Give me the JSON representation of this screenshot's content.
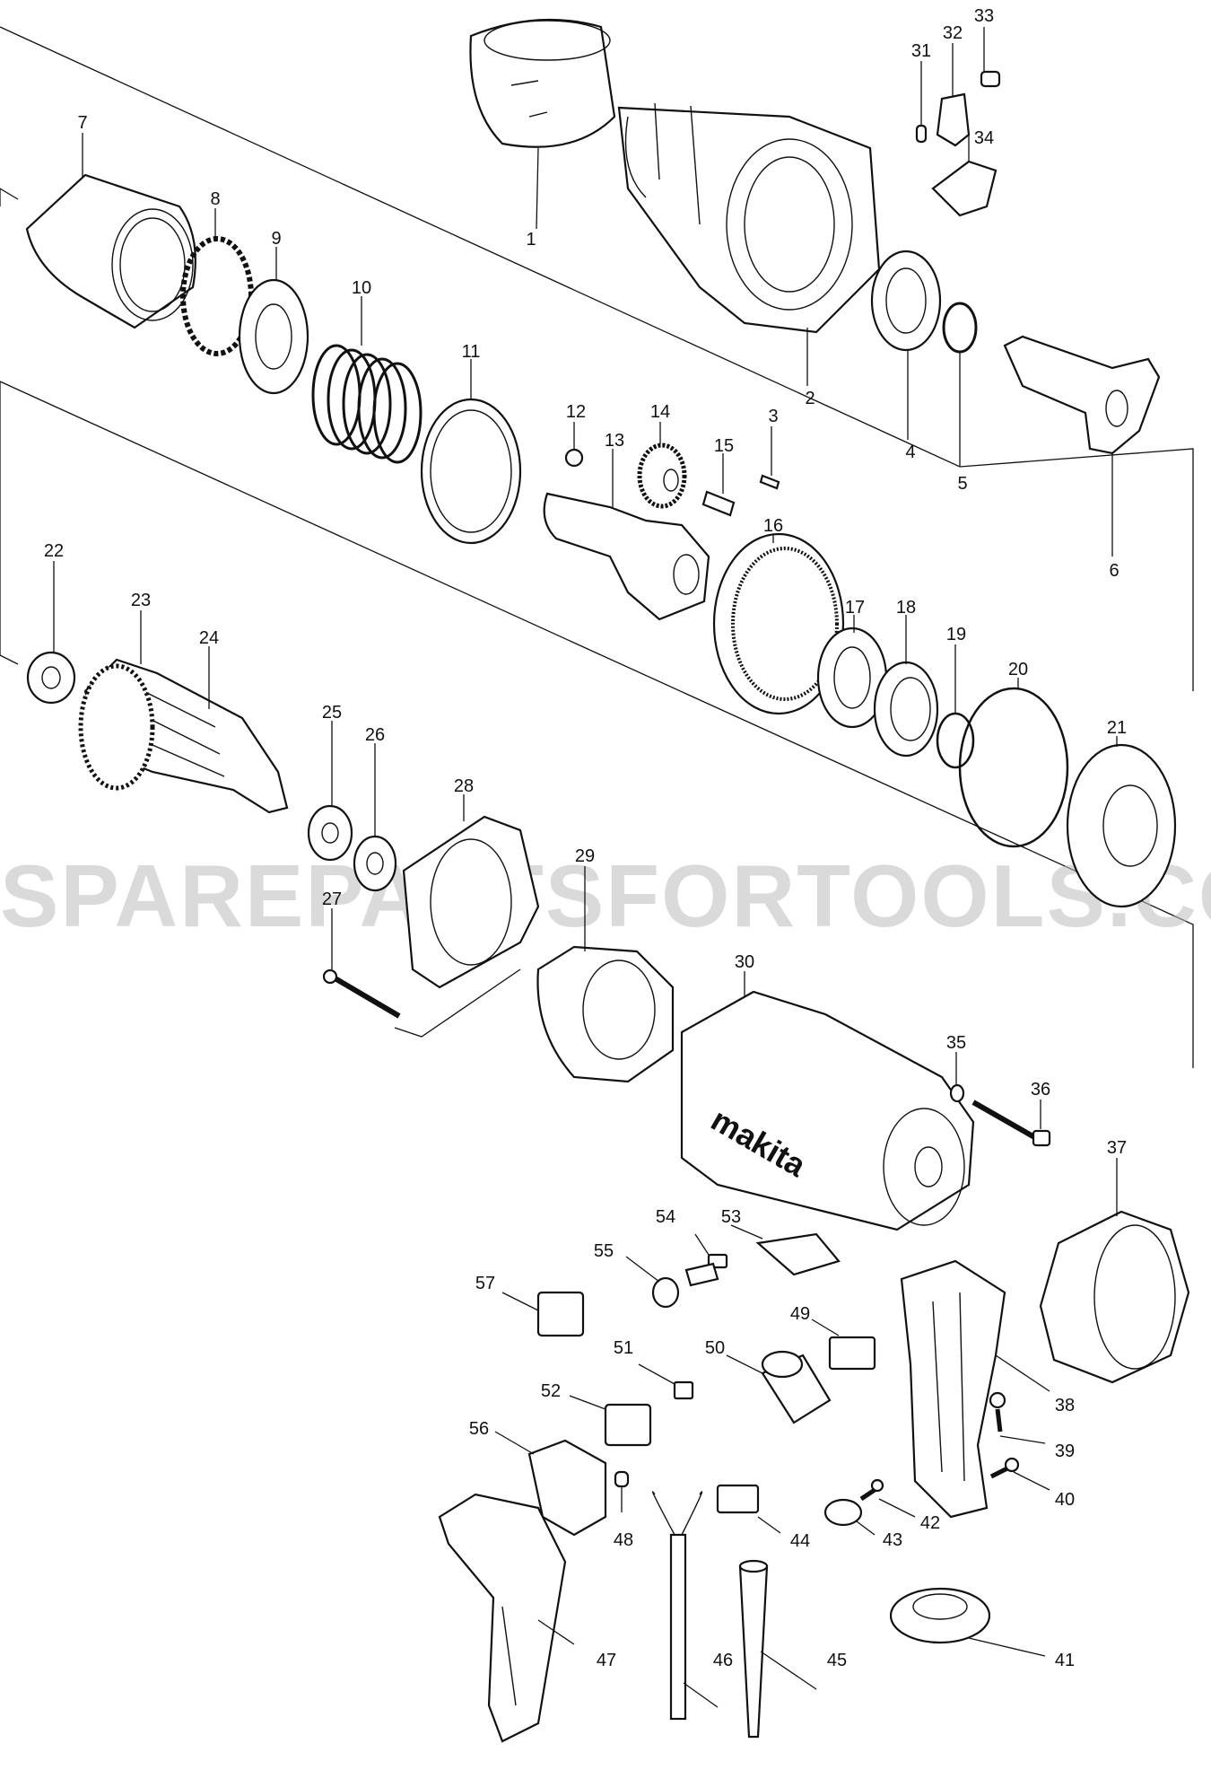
{
  "watermark": "SPAREPARTSFORTOOLS.COM.AU",
  "brand_text": "makita",
  "labels": {
    "p1": "1",
    "p2": "2",
    "p3": "3",
    "p4": "4",
    "p5": "5",
    "p6": "6",
    "p7": "7",
    "p8": "8",
    "p9": "9",
    "p10": "10",
    "p11": "11",
    "p12": "12",
    "p13": "13",
    "p14": "14",
    "p15": "15",
    "p16": "16",
    "p17": "17",
    "p18": "18",
    "p19": "19",
    "p20": "20",
    "p21": "21",
    "p22": "22",
    "p23": "23",
    "p24": "24",
    "p25": "25",
    "p26": "26",
    "p27": "27",
    "p28": "28",
    "p29": "29",
    "p30": "30",
    "p31": "31",
    "p32": "32",
    "p33": "33",
    "p34": "34",
    "p35": "35",
    "p36": "36",
    "p37": "37",
    "p38": "38",
    "p39": "39",
    "p40": "40",
    "p41": "41",
    "p42": "42",
    "p43": "43",
    "p44": "44",
    "p45": "45",
    "p46": "46",
    "p47": "47",
    "p48": "48",
    "p49": "49",
    "p50": "50",
    "p51": "51",
    "p52": "52",
    "p53": "53",
    "p54": "54",
    "p55": "55",
    "p56": "56",
    "p57": "57"
  }
}
